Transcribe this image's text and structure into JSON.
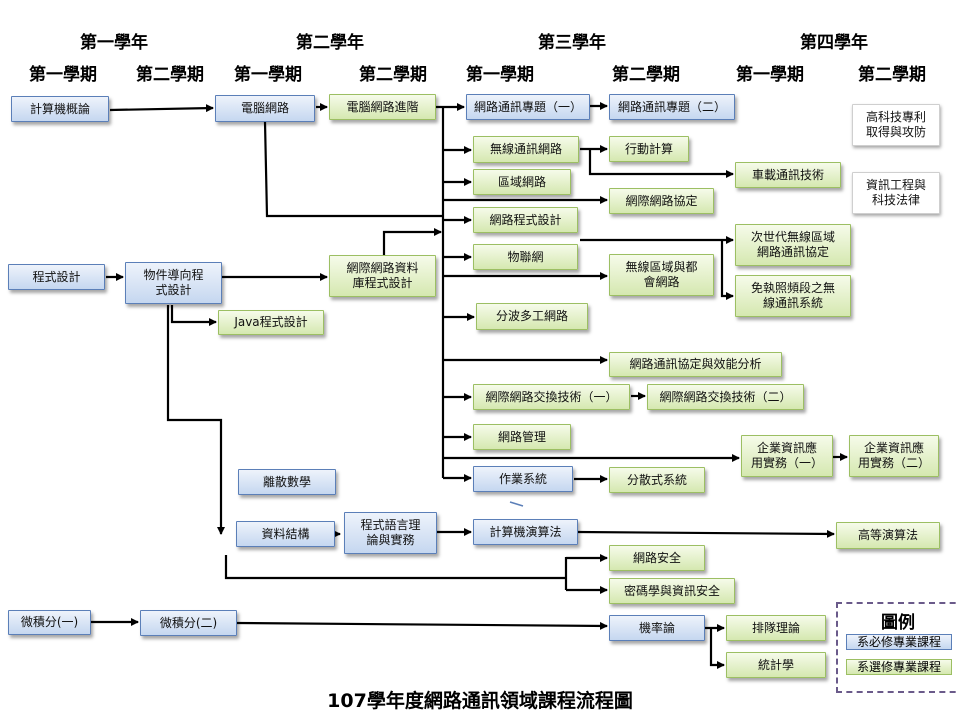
{
  "headers": {
    "year1": "第一學年",
    "year2": "第二學年",
    "year3": "第三學年",
    "year4": "第四學年",
    "sem1": "第一學期",
    "sem2": "第二學期"
  },
  "courses": {
    "intro_cs": "計算機概論",
    "computer_networks": "電腦網路",
    "computer_networks_adv": "電腦網路進階",
    "netcom_topic1": "網路通訊專題（一）",
    "netcom_topic2": "網路通訊專題（二）",
    "wireless_networks": "無線通訊網路",
    "mobile_computing": "行動計算",
    "vehicular_comm": "車載通訊技術",
    "lan": "區域網路",
    "internet_protocols": "網際網路協定",
    "network_programming": "網路程式設計",
    "next_gen_wireless": "次世代無線區域\n網路通訊協定",
    "iot": "物聯網",
    "wireless_lan_metro": "無線區域與都\n會網路",
    "license_free_wireless": "免執照頻段之無\n線通訊系統",
    "programming": "程式設計",
    "oop": "物件導向程\n式設計",
    "internet_db_programming": "網際網路資料\n庫程式設計",
    "java_programming": "Java程式設計",
    "wdm_network": "分波多工網路",
    "protocol_performance": "網路通訊協定與效能分析",
    "switching_tech1": "網際網路交換技術（一）",
    "switching_tech2": "網際網路交換技術（二）",
    "network_management": "網路管理",
    "enterprise_it1": "企業資訊應\n用實務（一）",
    "enterprise_it2": "企業資訊應\n用實務（二）",
    "operating_systems": "作業系統",
    "distributed_systems": "分散式系統",
    "discrete_math": "離散數學",
    "data_structures": "資料結構",
    "programming_languages": "程式語言理\n論與實務",
    "algorithms": "計算機演算法",
    "advanced_algorithms": "高等演算法",
    "network_security": "網路安全",
    "cryptography": "密碼學與資訊安全",
    "calculus1": "微積分(一)",
    "calculus2": "微積分(二)",
    "probability": "機率論",
    "queueing_theory": "排隊理論",
    "statistics": "統計學",
    "patents": "高科技專利\n取得與攻防",
    "it_law": "資訊工程與\n科技法律"
  },
  "legend": {
    "title": "圖例",
    "required": "系必修專業課程",
    "elective": "系選修專業課程",
    "required_color": "#c5d7f0",
    "elective_color": "#d5e8b0"
  },
  "footer": "107學年度網路通訊領域課程流程圖"
}
